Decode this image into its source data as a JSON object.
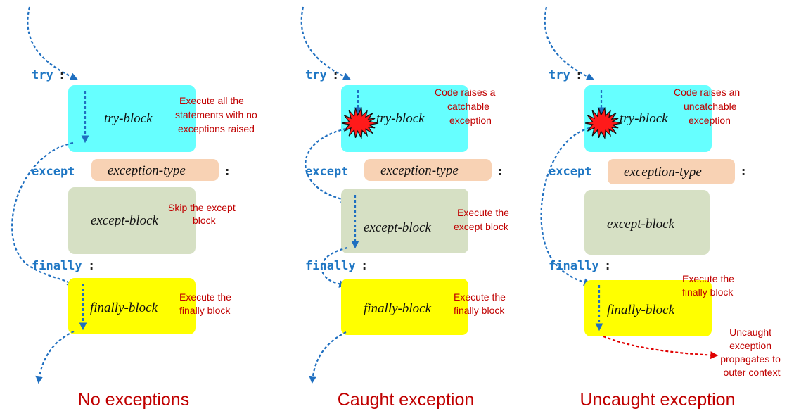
{
  "keywords": {
    "try": "try",
    "except": "except",
    "finally": "finally",
    "colon": ":"
  },
  "blocks": {
    "try": "try-block",
    "exception_type": "exception-type",
    "except": "except-block",
    "finally": "finally-block"
  },
  "panels": [
    {
      "caption": "No exceptions",
      "notes": {
        "try": [
          "Execute all the",
          "statements with no",
          "exceptions raised"
        ],
        "except": [
          "Skip the except",
          "block"
        ],
        "finally": [
          "Execute the",
          "finally block"
        ]
      }
    },
    {
      "caption": "Caught exception",
      "notes": {
        "try": [
          "Code raises a",
          "catchable",
          "exception"
        ],
        "except": [
          "Execute the",
          "except block"
        ],
        "finally": [
          "Execute the",
          "finally block"
        ]
      }
    },
    {
      "caption": "Uncaught exception",
      "notes": {
        "try": [
          "Code raises an",
          "uncatchable",
          "exception"
        ],
        "finally": [
          "Execute the",
          "finally block"
        ],
        "propagate": [
          "Uncaught",
          "exception",
          "propagates to",
          "outer context"
        ]
      }
    }
  ],
  "colors": {
    "try_block": "#66ffff",
    "exception_type": "#f8d2b4",
    "except_block": "#d6e0c4",
    "finally_block": "#ffff00",
    "flow": "#1f6fc0",
    "uncaught_flow": "#e00000",
    "notes": "#c00000",
    "keywords": "#1f77c4"
  }
}
